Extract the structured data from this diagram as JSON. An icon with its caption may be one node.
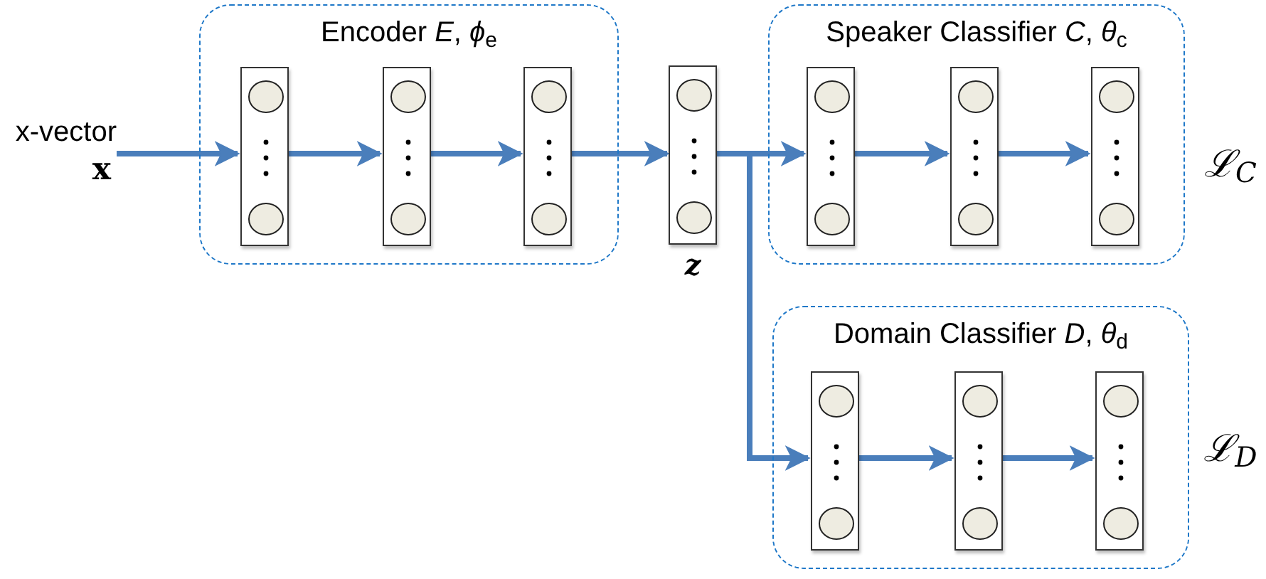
{
  "diagram": {
    "nodes": [
      {
        "text": [
          "x-vector",
          "x"
        ]
      },
      {
        "text": [
          "Encoder *E*, *ϕ*$_{e}$"
        ]
      },
      {
        "text": [],
        "shape": "box",
        "in": 1
      },
      {
        "text": [],
        "shape": "box",
        "in": 1
      },
      {
        "text": [],
        "shape": "box",
        "in": 1
      },
      {
        "text": [],
        "shape": "box",
        "beside": [
          "z"
        ]
      },
      {
        "text": [
          "Speaker Classifier *C*, *θ*$_{c}$"
        ],
        "beside": [
          "ℒ$_{C}$"
        ]
      },
      {
        "text": [],
        "shape": "box",
        "in": 6
      },
      {
        "text": [],
        "shape": "box",
        "in": 6
      },
      {
        "text": [],
        "shape": "box",
        "in": 6
      },
      {
        "text": [
          "Domain Classifier *D*, *θ*$_{d}$"
        ],
        "beside": [
          "ℒ$_{D}$"
        ]
      },
      {
        "text": [],
        "shape": "box",
        "in": 10
      },
      {
        "text": [],
        "shape": "box",
        "in": 10
      },
      {
        "text": [],
        "shape": "box",
        "in": 10
      }
    ],
    "edges": [
      {
        "from": 0,
        "to": 2,
        "arrow": "to"
      },
      {
        "from": 2,
        "to": 3,
        "arrow": "to"
      },
      {
        "from": 3,
        "to": 4,
        "arrow": "to"
      },
      {
        "from": 4,
        "to": 5,
        "arrow": "to"
      },
      {
        "from": 5,
        "to": 7,
        "arrow": "to"
      },
      {
        "from": 5,
        "to": 11,
        "arrow": "to"
      },
      {
        "from": 7,
        "to": 8,
        "arrow": "to"
      },
      {
        "from": 8,
        "to": 9,
        "arrow": "to"
      },
      {
        "from": 11,
        "to": 12,
        "arrow": "to"
      },
      {
        "from": 12,
        "to": 13,
        "arrow": "to"
      }
    ]
  }
}
